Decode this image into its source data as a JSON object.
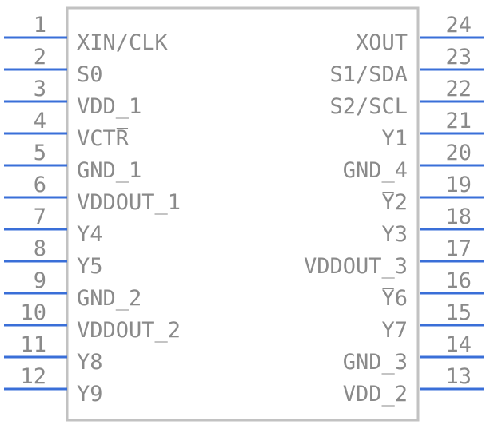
{
  "colors": {
    "pin_line": "#3a6fd8",
    "body_outline": "#c2c2c2",
    "text": "#8a8a8a"
  },
  "left_pins": [
    {
      "number": "1",
      "name": "XIN/CLK",
      "overbar": ""
    },
    {
      "number": "2",
      "name": "S0",
      "overbar": ""
    },
    {
      "number": "3",
      "name": "VDD_1",
      "overbar": ""
    },
    {
      "number": "4",
      "name": "VCTR",
      "overbar": "R"
    },
    {
      "number": "5",
      "name": "GND_1",
      "overbar": ""
    },
    {
      "number": "6",
      "name": "VDDOUT_1",
      "overbar": ""
    },
    {
      "number": "7",
      "name": "Y4",
      "overbar": ""
    },
    {
      "number": "8",
      "name": "Y5",
      "overbar": ""
    },
    {
      "number": "9",
      "name": "GND_2",
      "overbar": ""
    },
    {
      "number": "10",
      "name": "VDDOUT_2",
      "overbar": ""
    },
    {
      "number": "11",
      "name": "Y8",
      "overbar": ""
    },
    {
      "number": "12",
      "name": "Y9",
      "overbar": ""
    }
  ],
  "right_pins": [
    {
      "number": "24",
      "name": "XOUT",
      "overbar": ""
    },
    {
      "number": "23",
      "name": "S1/SDA",
      "overbar": ""
    },
    {
      "number": "22",
      "name": "S2/SCL",
      "overbar": ""
    },
    {
      "number": "21",
      "name": "Y1",
      "overbar": ""
    },
    {
      "number": "20",
      "name": "GND_4",
      "overbar": ""
    },
    {
      "number": "19",
      "name": "Y2",
      "overbar": "Y"
    },
    {
      "number": "18",
      "name": "Y3",
      "overbar": ""
    },
    {
      "number": "17",
      "name": "VDDOUT_3",
      "overbar": ""
    },
    {
      "number": "16",
      "name": "Y6",
      "overbar": "Y"
    },
    {
      "number": "15",
      "name": "Y7",
      "overbar": ""
    },
    {
      "number": "14",
      "name": "GND_3",
      "overbar": ""
    },
    {
      "number": "13",
      "name": "VDD_2",
      "overbar": ""
    }
  ]
}
